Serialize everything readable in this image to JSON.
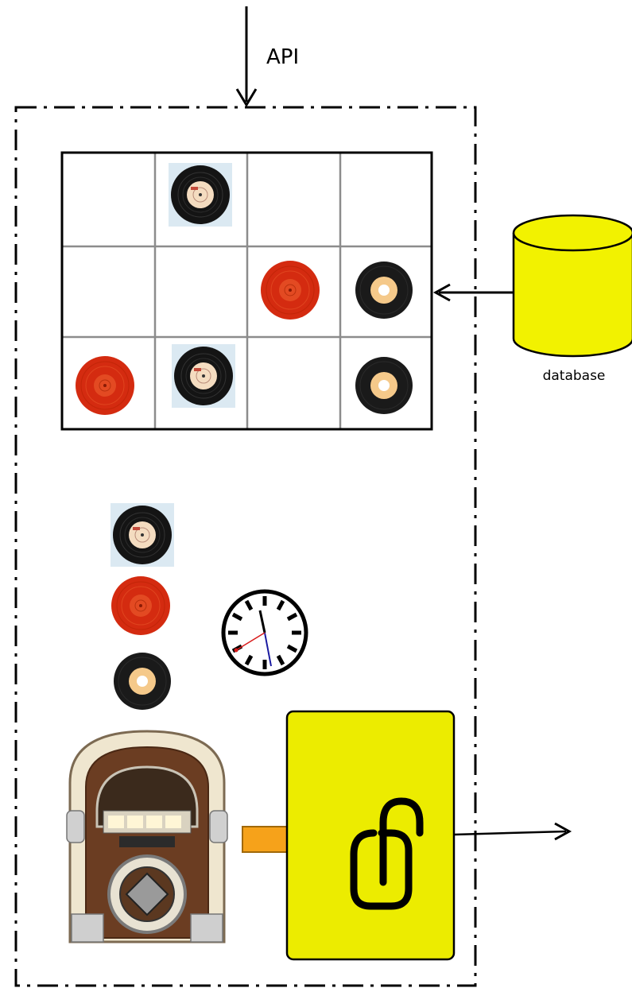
{
  "api": {
    "label": "API"
  },
  "database": {
    "label": "database"
  },
  "colors": {
    "frame": "#000000",
    "grid_line": "#8c8c8c",
    "database_fill": "#f2f200",
    "lock_box_fill": "#ecec00",
    "arrow_orange": "#f6a21a",
    "record_black": "#141414",
    "record_red": "#d42b10",
    "record_label_cream": "#f4dcc0",
    "record_label_orange": "#f5c98a"
  },
  "grid": {
    "rows": 3,
    "cols": 4,
    "cells": [
      [
        null,
        "black-record",
        null,
        null
      ],
      [
        null,
        null,
        "red-record",
        "gold-record"
      ],
      [
        "red-record",
        "black-record",
        null,
        "gold-record"
      ]
    ]
  },
  "queue": [
    "black-record",
    "red-record",
    "gold-record"
  ],
  "icons": {
    "clock": "clock-icon",
    "jukebox": "jukebox-icon",
    "lock": "open-padlock-icon",
    "database": "database-cylinder-icon"
  }
}
